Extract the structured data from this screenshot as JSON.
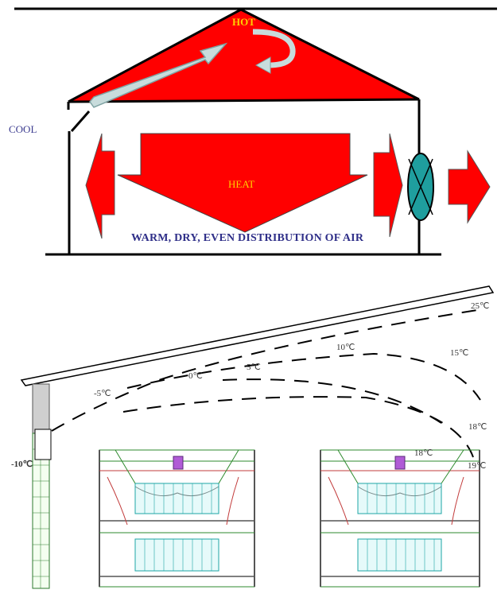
{
  "top_diagram": {
    "hot_label": "HOT",
    "cool_label": "COOL",
    "heat_label": "HEAT",
    "caption": "WARM, DRY, EVEN DISTRIBUTION OF AIR",
    "colors": {
      "heat": "#ff0000",
      "fan": "#1f9e9e",
      "airflow": "#c8dcdc",
      "text_label": "#ffd000",
      "caption": "#2e2e88"
    }
  },
  "bottom_diagram": {
    "temperatures": {
      "outside": "-10℃",
      "t_minus5": "-5℃",
      "t_0": "0℃",
      "t_5": "5℃",
      "t_10": "10℃",
      "t_15": "15℃",
      "t_25": "25℃",
      "t_18_right": "18℃",
      "t_18_mid": "18℃",
      "t_19": "19℃"
    }
  }
}
